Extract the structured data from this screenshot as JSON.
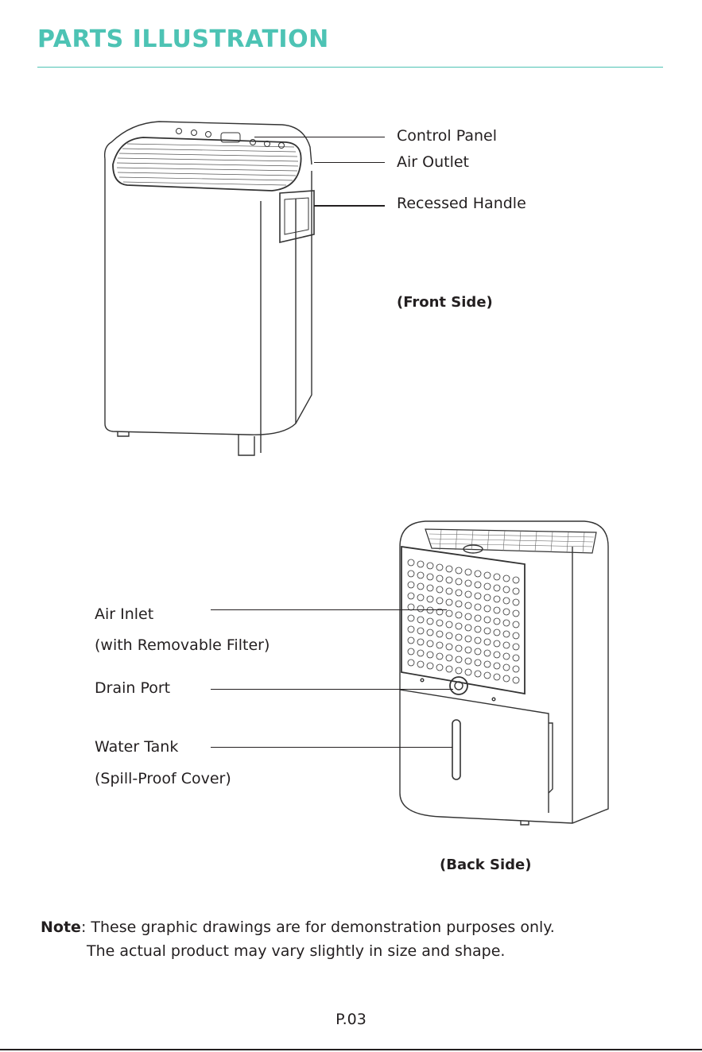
{
  "header": {
    "title": "PARTS ILLUSTRATION"
  },
  "front": {
    "labels": [
      "Control Panel",
      "Air Outlet",
      "Recessed Handle"
    ],
    "side_label": "(Front Side)"
  },
  "back": {
    "labels": [
      "Air Inlet",
      "(with Removable Filter)",
      "Drain Port",
      "Water Tank",
      "(Spill-Proof Cover)"
    ],
    "side_label": "(Back Side)"
  },
  "note": {
    "prefix": "Note",
    "line1": ": These graphic drawings are for demonstration purposes only.",
    "line2": "The actual product may vary slightly in size and shape."
  },
  "footer": {
    "page": "P.03"
  },
  "colors": {
    "accent": "#4dc3b4",
    "text": "#231f20"
  }
}
